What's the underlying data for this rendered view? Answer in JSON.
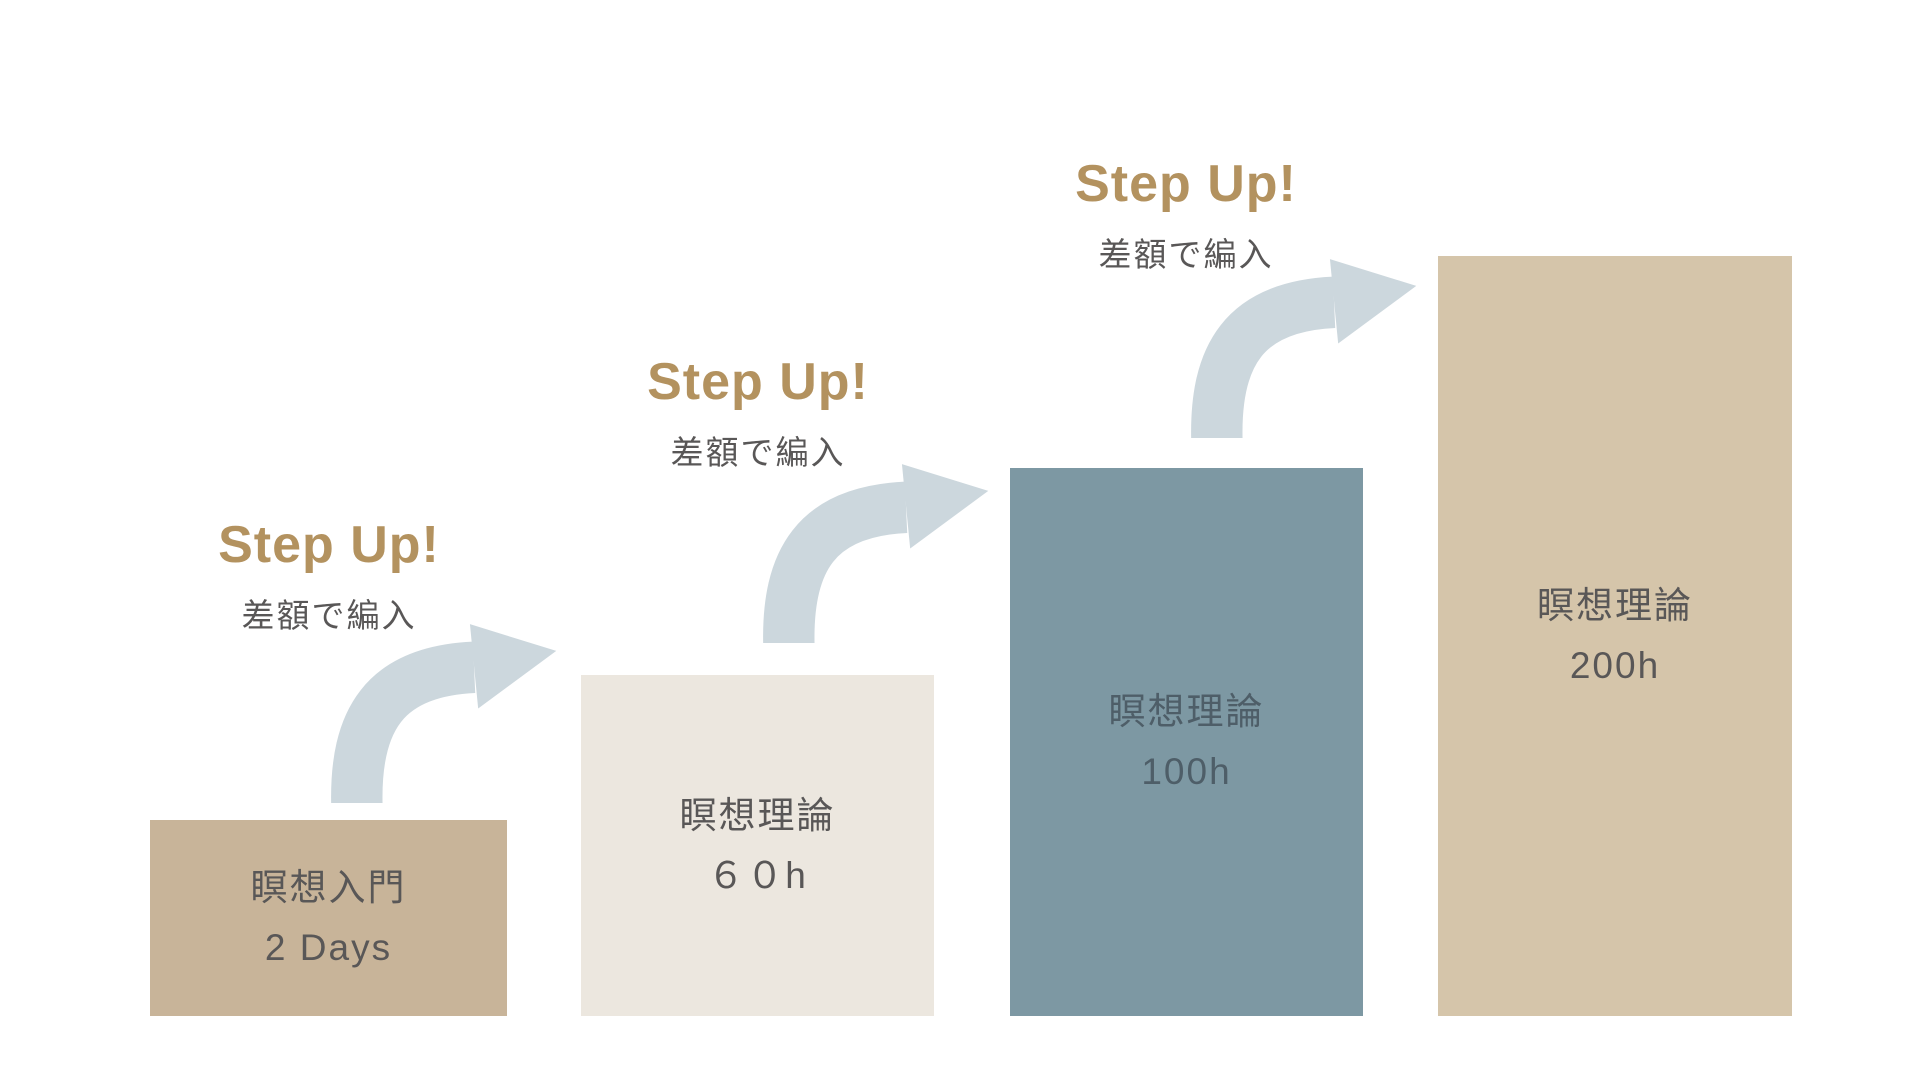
{
  "colors": {
    "bg": "#ffffff",
    "box1": "#c8b499",
    "box2": "#ece7df",
    "box3": "#7d98a3",
    "box4": "#d5c5aa",
    "arrow": "#ccd7dd",
    "step_up": "#b3925f",
    "label": "#595757",
    "label_blue": "#4e5e68"
  },
  "steps": [
    {
      "title": "瞑想入門",
      "value": "2 Days"
    },
    {
      "title": "瞑想理論",
      "value": "６０h"
    },
    {
      "title": "瞑想理論",
      "value": "100h"
    },
    {
      "title": "瞑想理論",
      "value": "200h"
    }
  ],
  "transitions": [
    {
      "label": "Step Up!",
      "sublabel": "差額で編入"
    },
    {
      "label": "Step Up!",
      "sublabel": "差額で編入"
    },
    {
      "label": "Step Up!",
      "sublabel": "差額で編入"
    }
  ]
}
